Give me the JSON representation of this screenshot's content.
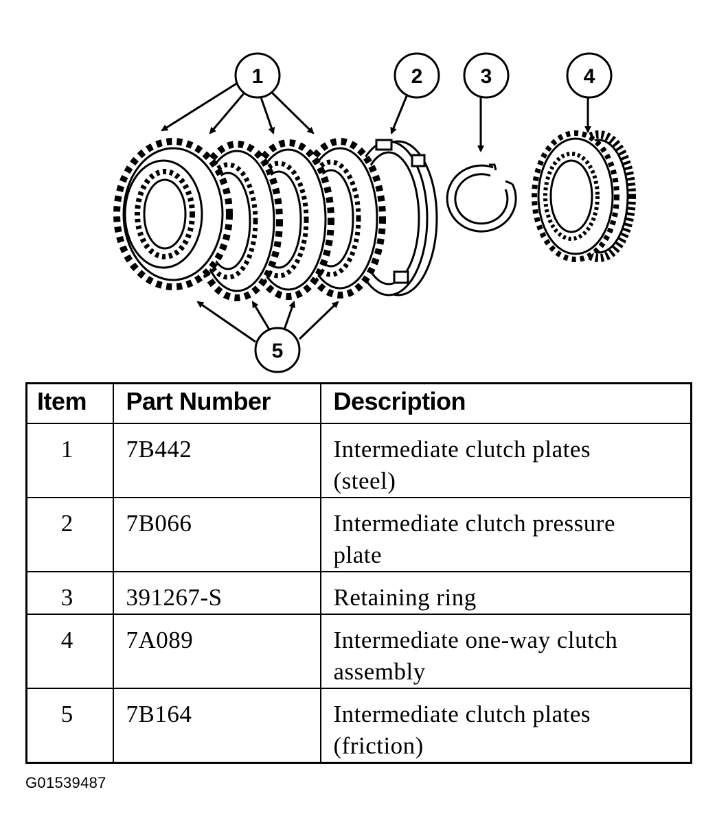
{
  "callouts": {
    "c1": "1",
    "c2": "2",
    "c3": "3",
    "c4": "4",
    "c5": "5"
  },
  "table": {
    "headers": {
      "item": "Item",
      "part_number": "Part Number",
      "description": "Description"
    },
    "rows": [
      {
        "item": "1",
        "part_number": "7B442",
        "description_line1": "Intermediate clutch plates",
        "description_line2": "(steel)"
      },
      {
        "item": "2",
        "part_number": "7B066",
        "description_line1": "Intermediate clutch pressure",
        "description_line2": "plate"
      },
      {
        "item": "3",
        "part_number": "391267-S",
        "description_line1": "Retaining ring",
        "description_line2": ""
      },
      {
        "item": "4",
        "part_number": "7A089",
        "description_line1": "Intermediate one-way clutch",
        "description_line2": "assembly"
      },
      {
        "item": "5",
        "part_number": "7B164",
        "description_line1": "Intermediate clutch plates",
        "description_line2": "(friction)"
      }
    ]
  },
  "figure_id": "G01539487"
}
